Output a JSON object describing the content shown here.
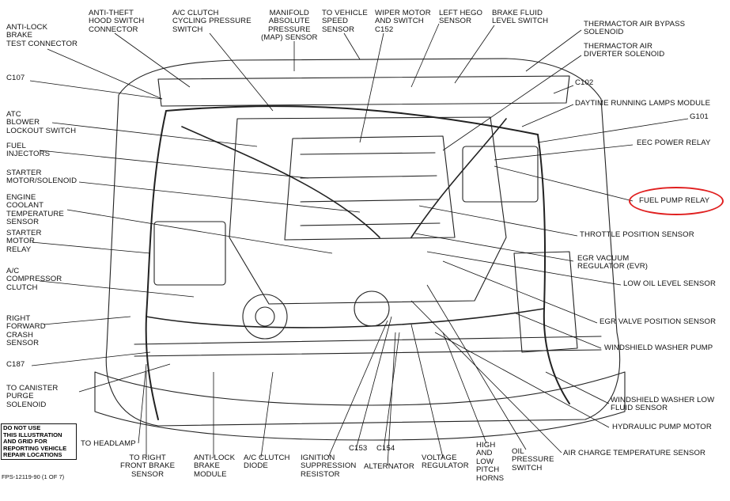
{
  "labels": {
    "anti_lock_brake_test_connector": "ANTI-LOCK\nBRAKE\nTEST CONNECTOR",
    "anti_theft_hood_switch": "ANTI-THEFT\nHOOD SWITCH\nCONNECTOR",
    "ac_clutch_cycling_switch": "A/C CLUTCH\nCYCLING PRESSURE\nSWITCH",
    "map_sensor": "MANIFOLD\nABSOLUTE\nPRESSURE\n(MAP) SENSOR",
    "vehicle_speed_sensor": "TO VEHICLE\nSPEED\nSENSOR",
    "wiper_motor_switch": "WIPER MOTOR\nAND SWITCH\nC152",
    "left_hego_sensor": "LEFT HEGO\nSENSOR",
    "brake_fluid_switch": "BRAKE FLUID\nLEVEL SWITCH",
    "thermactor_bypass": "THERMACTOR AIR BYPASS\nSOLENOID",
    "thermactor_diverter": "THERMACTOR AIR\nDIVERTER SOLENOID",
    "c107": "C107",
    "c102": "C102",
    "daytime_running_lamps": "DAYTIME RUNNING LAMPS MODULE",
    "g101": "G101",
    "atc_blower_switch": "ATC\nBLOWER\nLOCKOUT SWITCH",
    "eec_power_relay": "EEC POWER RELAY",
    "fuel_injectors": "FUEL\nINJECTORS",
    "starter_motor_solenoid": "STARTER\nMOTOR/SOLENOID",
    "fuel_pump_relay": "FUEL PUMP RELAY",
    "engine_coolant_sensor": "ENGINE\nCOOLANT\nTEMPERATURE\nSENSOR",
    "throttle_position_sensor": "THROTTLE POSITION SENSOR",
    "starter_motor_relay": "STARTER\nMOTOR\nRELAY",
    "egr_vacuum_regulator": "EGR VACUUM\nREGULATOR (EVR)",
    "ac_compressor_clutch": "A/C\nCOMPRESSOR\nCLUTCH",
    "low_oil_level_sensor": "LOW OIL LEVEL SENSOR",
    "right_forward_crash_sensor": "RIGHT\nFORWARD\nCRASH\nSENSOR",
    "egr_valve_position_sensor": "EGR VALVE POSITION SENSOR",
    "windshield_washer_pump": "WINDSHIELD WASHER PUMP",
    "c187": "C187",
    "canister_purge_solenoid": "TO CANISTER\nPURGE\nSOLENOID",
    "washer_low_fluid_sensor": "WINDSHIELD WASHER LOW\nFLUID SENSOR",
    "hydraulic_pump_motor": "HYDRAULIC PUMP MOTOR",
    "to_headlamp": "TO HEADLAMP",
    "c153": "C153",
    "c154": "C154",
    "air_charge_temp_sensor": "AIR CHARGE TEMPERATURE SENSOR",
    "right_front_brake_sensor": "TO RIGHT\nFRONT BRAKE\nSENSOR",
    "anti_lock_brake_module": "ANTI-LOCK\nBRAKE\nMODULE",
    "ac_clutch_diode": "A/C CLUTCH\nDIODE",
    "ignition_suppression_resistor": "IGNITION\nSUPPRESSION\nRESISTOR",
    "alternator": "ALTERNATOR",
    "voltage_regulator": "VOLTAGE\nREGULATOR",
    "high_low_pitch_horns": "HIGH\nAND\nLOW\nPITCH\nHORNS",
    "oil_pressure_switch": "OIL\nPRESSURE\nSWITCH"
  },
  "legend": "DO NOT USE\nTHIS ILLUSTRATION\nAND GRID FOR\nREPORTING VEHICLE\nREPAIR LOCATIONS",
  "figure_id": "FPS-12119-90 (1 OF 7)",
  "colors": {
    "ink": "#111111",
    "highlight": "#e02020"
  }
}
